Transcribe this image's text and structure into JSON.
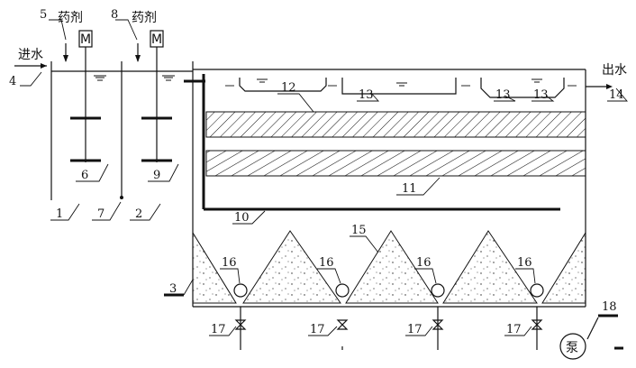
{
  "texts": {
    "inlet": "进水",
    "outlet": "出水",
    "chemical_1": "药剂",
    "chemical_2": "药剂",
    "motor_1": "M",
    "motor_2": "M",
    "pump": "泵"
  },
  "labels": {
    "n1": "1",
    "n2": "2",
    "n3": "3",
    "n4": "4",
    "n5": "5",
    "n6": "6",
    "n7": "7",
    "n8": "8",
    "n9": "9",
    "n10": "10",
    "n11": "11",
    "n12": "12",
    "n13a": "13",
    "n13b": "13",
    "n13c": "13",
    "n14": "14",
    "n15": "15",
    "n16a": "16",
    "n16b": "16",
    "n16c": "16",
    "n16d": "16",
    "n17a": "17",
    "n17b": "17",
    "n17c": "17",
    "n17d": "17",
    "n18": "18"
  }
}
